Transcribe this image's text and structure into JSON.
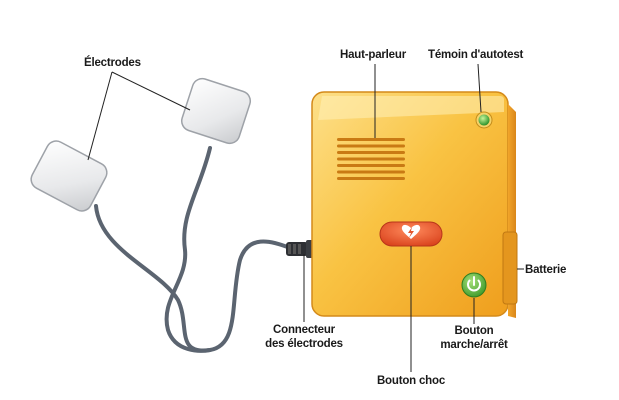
{
  "labels": {
    "electrodes": "Électrodes",
    "speaker": "Haut-parleur",
    "self_test": "Témoin d'autotest",
    "battery": "Batterie",
    "connector_line1": "Connecteur",
    "connector_line2": "des électrodes",
    "power_line1": "Bouton",
    "power_line2": "marche/arrêt",
    "shock": "Bouton choc"
  },
  "colors": {
    "device_body": "#f7b733",
    "device_highlight": "#fde08a",
    "shock_button": "#e4572e",
    "power_button": "#6cc04a",
    "indicator": "#2fa52f",
    "pad": "#e9eaec",
    "cable": "#5b6470"
  },
  "icons": {
    "shock": "heart-bolt-icon",
    "power": "power-icon",
    "indicator": "status-light-icon"
  }
}
